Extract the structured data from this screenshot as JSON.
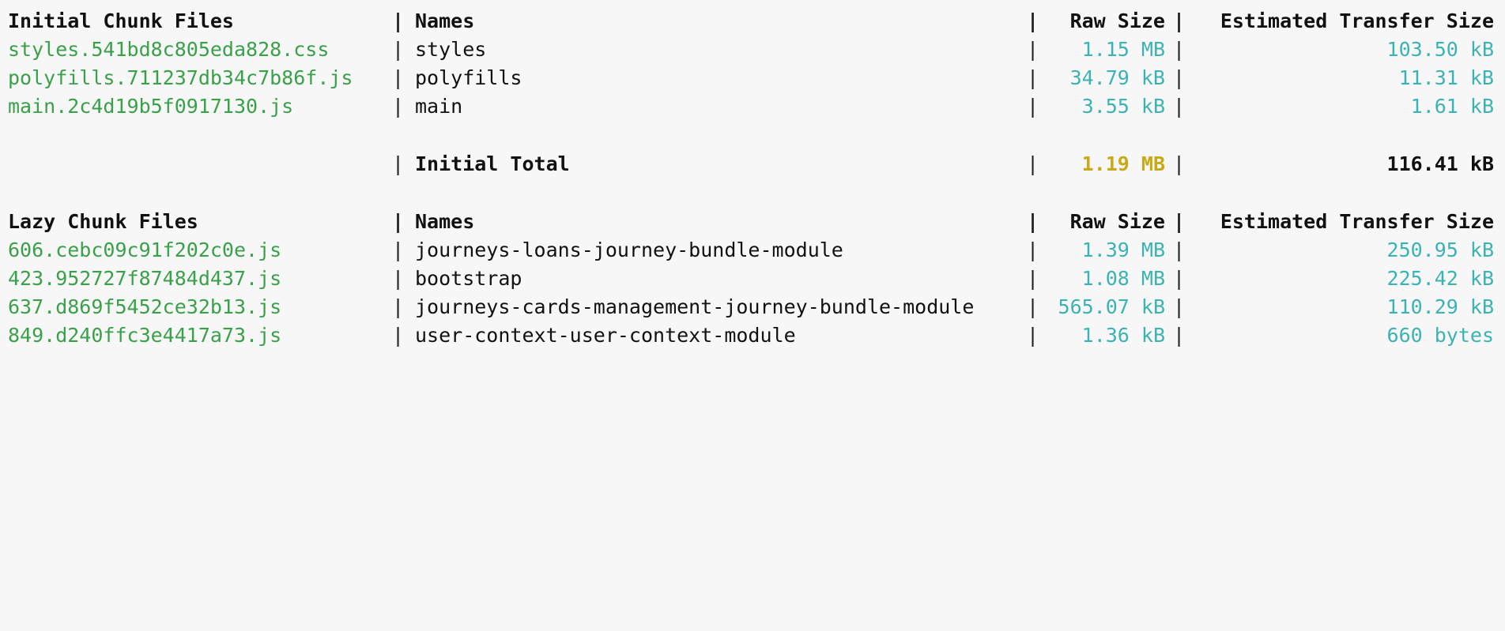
{
  "initial": {
    "header": {
      "file": "Initial Chunk Files",
      "names": "Names",
      "raw": "Raw Size",
      "estimated": "Estimated Transfer Size"
    },
    "rows": [
      {
        "file": "styles.541bd8c805eda828.css",
        "name": "styles",
        "raw": "1.15 MB",
        "estimated": "103.50 kB"
      },
      {
        "file": "polyfills.711237db34c7b86f.js",
        "name": "polyfills",
        "raw": "34.79 kB",
        "estimated": "11.31 kB"
      },
      {
        "file": "main.2c4d19b5f0917130.js",
        "name": "main",
        "raw": "3.55 kB",
        "estimated": "1.61 kB"
      }
    ],
    "total": {
      "label": "Initial Total",
      "raw": "1.19 MB",
      "estimated": "116.41 kB"
    }
  },
  "lazy": {
    "header": {
      "file": "Lazy Chunk Files",
      "names": "Names",
      "raw": "Raw Size",
      "estimated": "Estimated Transfer Size"
    },
    "rows": [
      {
        "file": "606.cebc09c91f202c0e.js",
        "name": "journeys-loans-journey-bundle-module",
        "raw": "1.39 MB",
        "estimated": "250.95 kB"
      },
      {
        "file": "423.952727f87484d437.js",
        "name": "bootstrap",
        "raw": "1.08 MB",
        "estimated": "225.42 kB"
      },
      {
        "file": "637.d869f5452ce32b13.js",
        "name": "journeys-cards-management-journey-bundle-module",
        "raw": "565.07 kB",
        "estimated": "110.29 kB"
      },
      {
        "file": "849.d240ffc3e4417a73.js",
        "name": "user-context-user-context-module",
        "raw": "1.36 kB",
        "estimated": "660 bytes"
      }
    ]
  },
  "separator": "|",
  "colors": {
    "file": "#3aa14a",
    "size": "#3cb3b3",
    "total_raw": "#c9a916",
    "background": "#f7f7f7"
  }
}
